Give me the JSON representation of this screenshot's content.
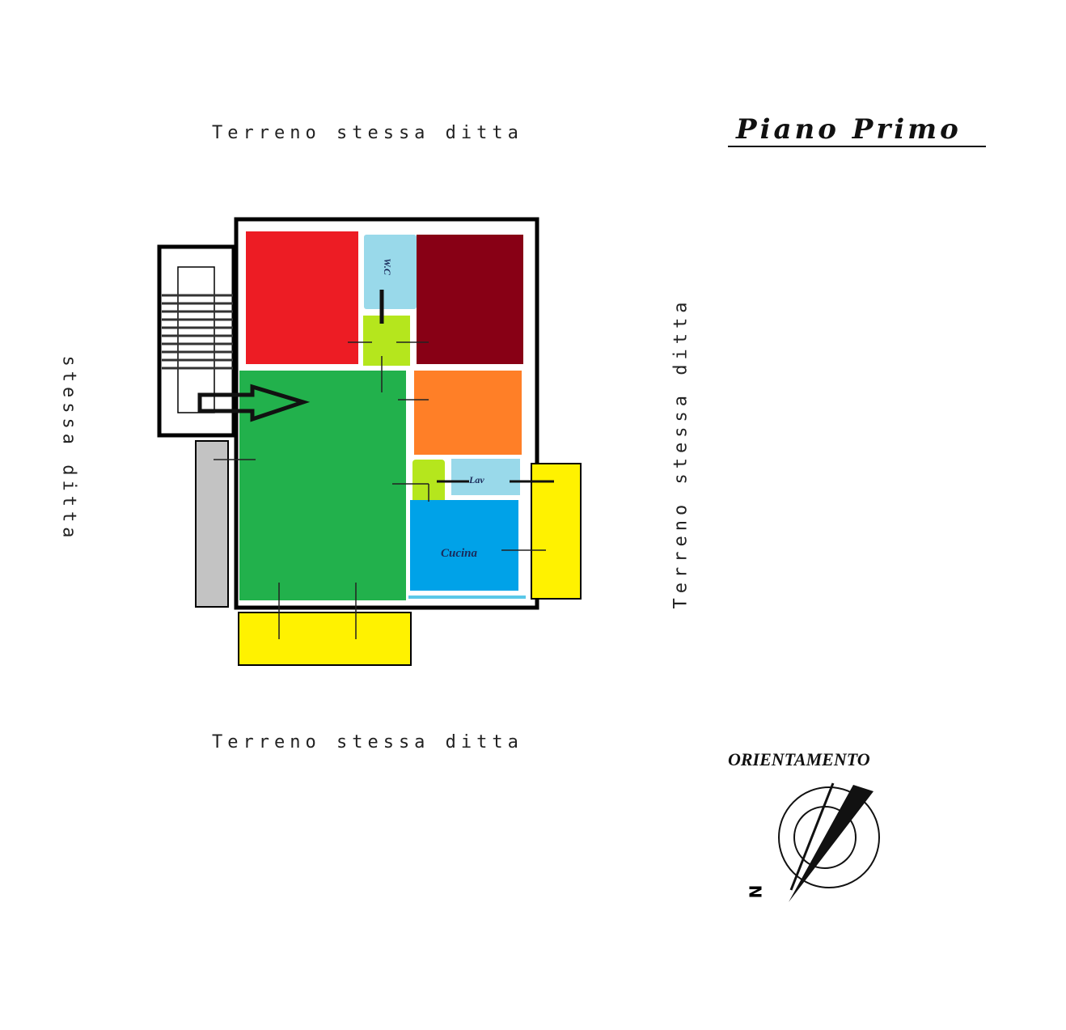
{
  "title": "Piano Primo",
  "labels": {
    "top": "Terreno stessa ditta",
    "bottom": "Terreno stessa ditta",
    "right": "Terreno stessa ditta",
    "left": "stessa ditta"
  },
  "rooms": {
    "wc": "W.C",
    "lav": "Lav",
    "cucina": "Cucina"
  },
  "orientation": {
    "label": "ORIENTAMENTO",
    "north": "N"
  },
  "colors": {
    "bedroom_1": "#ed1c24",
    "bedroom_2": "#880015",
    "living": "#22b14c",
    "room_orange": "#ff7f27",
    "bathroom": "#99d9ea",
    "hall": "#b5e61d",
    "kitchen": "#00a2e8",
    "balcony": "#fff200",
    "storage": "#c3c3c3"
  }
}
